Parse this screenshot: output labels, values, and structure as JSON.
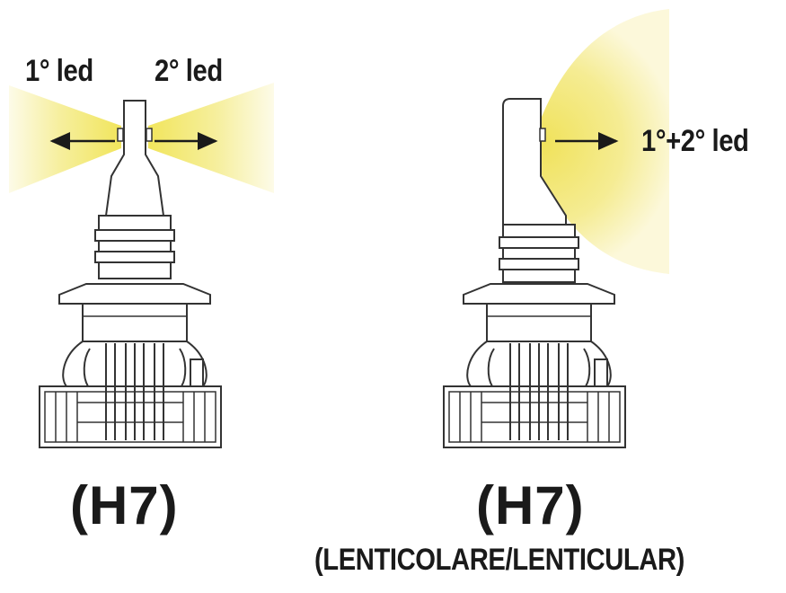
{
  "left_bulb": {
    "label_led1": "1° led",
    "label_led2": "2° led",
    "model": "(H7)"
  },
  "right_bulb": {
    "label_led": "1°+2° led",
    "model": "(H7)",
    "subtitle": "(LENTICOLARE/LENTICULAR)"
  },
  "colors": {
    "beam": "#f3ea7c",
    "line": "#333333",
    "text": "#1a1a1a",
    "background": "#ffffff"
  },
  "icons": {
    "left_arrows": "arrow-left / arrow-right",
    "right_arrow": "arrow-right"
  }
}
